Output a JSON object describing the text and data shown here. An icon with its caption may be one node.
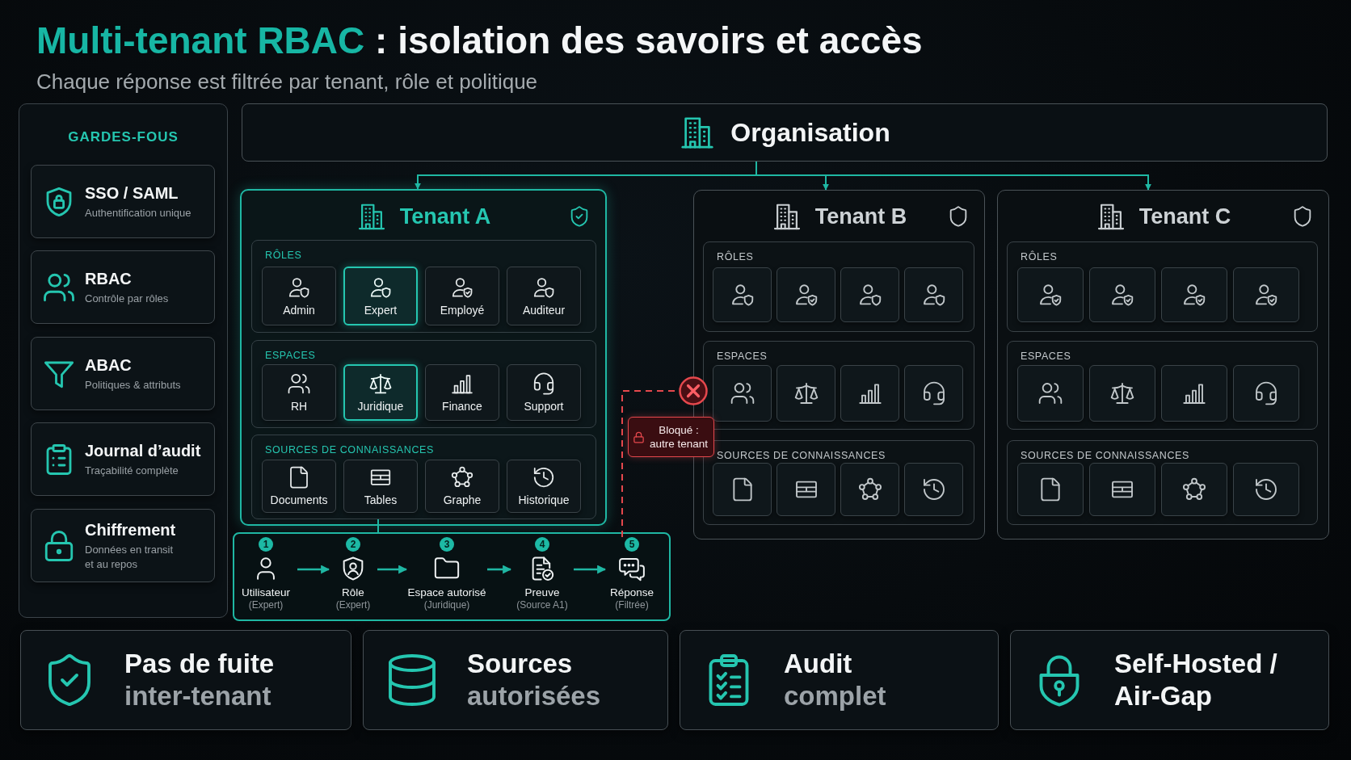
{
  "diagram": {
    "title": "**Multi-tenant RBAC** : isolation des savoirs et accès",
    "nodes": [
      {
        "text": [
          "GARDES-FOUS"
        ]
      },
      {
        "text": [
          "SSO / SAML",
          "Authentification unique"
        ],
        "in": 0
      },
      {
        "text": [
          "RBAC",
          "Contrôle par rôles"
        ],
        "in": 0
      },
      {
        "text": [
          "ABAC",
          "Politiques & attributs"
        ],
        "in": 0
      },
      {
        "text": [
          "Journal d’audit",
          "Traçabilité complète"
        ],
        "in": 0
      },
      {
        "text": [
          "Chiffrement",
          "Données en transit et au repos"
        ],
        "in": 0
      },
      {
        "text": [
          "Organisation"
        ]
      },
      {
        "text": [
          "Tenant A"
        ]
      },
      {
        "text": [
          "RÔLES"
        ],
        "in": 7
      },
      {
        "text": [
          "Admin"
        ],
        "in": 8
      },
      {
        "text": [
          "Expert"
        ],
        "in": 8
      },
      {
        "text": [
          "Employé"
        ],
        "in": 8
      },
      {
        "text": [
          "Auditeur"
        ],
        "in": 8
      },
      {
        "text": [
          "ESPACES"
        ],
        "in": 7
      },
      {
        "text": [
          "RH"
        ],
        "in": 13
      },
      {
        "text": [
          "Juridique"
        ],
        "in": 13
      },
      {
        "text": [
          "Finance"
        ],
        "in": 13
      },
      {
        "text": [
          "Support"
        ],
        "in": 13
      },
      {
        "text": [
          "SOURCES DE CONNAISSANCES"
        ],
        "in": 7
      },
      {
        "text": [
          "Documents"
        ],
        "in": 18
      },
      {
        "text": [
          "Tables"
        ],
        "in": 18
      },
      {
        "text": [
          "Graphe"
        ],
        "in": 18
      },
      {
        "text": [
          "Historique"
        ],
        "in": 18
      },
      {
        "text": [
          "Tenant B"
        ]
      },
      {
        "text": [
          "RÔLES"
        ],
        "in": 23
      },
      {
        "text": [],
        "shape": "box",
        "in": 24
      },
      {
        "text": [],
        "shape": "box",
        "in": 24
      },
      {
        "text": [],
        "shape": "box",
        "in": 24
      },
      {
        "text": [],
        "shape": "box",
        "in": 24
      },
      {
        "text": [
          "ESPACES"
        ],
        "in": 23
      },
      {
        "text": [],
        "shape": "box",
        "in": 29
      },
      {
        "text": [],
        "shape": "box",
        "in": 29
      },
      {
        "text": [],
        "shape": "box",
        "in": 29
      },
      {
        "text": [],
        "shape": "box",
        "in": 29
      },
      {
        "text": [
          "SOURCES DE CONNAISSANCES"
        ],
        "in": 23
      },
      {
        "text": [],
        "shape": "box",
        "in": 34
      },
      {
        "text": [],
        "shape": "box",
        "in": 34
      },
      {
        "text": [],
        "shape": "box",
        "in": 34
      },
      {
        "text": [],
        "shape": "box",
        "in": 34
      },
      {
        "text": [
          "Tenant C"
        ]
      },
      {
        "text": [
          "RÔLES"
        ],
        "in": 39
      },
      {
        "text": [],
        "shape": "box",
        "in": 40
      },
      {
        "text": [],
        "shape": "box",
        "in": 40
      },
      {
        "text": [],
        "shape": "box",
        "in": 40
      },
      {
        "text": [],
        "shape": "box",
        "in": 40
      },
      {
        "text": [
          "ESPACES"
        ],
        "in": 39
      },
      {
        "text": [],
        "shape": "box",
        "in": 45
      },
      {
        "text": [],
        "shape": "box",
        "in": 45
      },
      {
        "text": [],
        "shape": "box",
        "in": 45
      },
      {
        "text": [],
        "shape": "box",
        "in": 45
      },
      {
        "text": [
          "SOURCES DE CONNAISSANCES"
        ],
        "in": 39
      },
      {
        "text": [],
        "shape": "box",
        "in": 50
      },
      {
        "text": [],
        "shape": "box",
        "in": 50
      },
      {
        "text": [],
        "shape": "box",
        "in": 50
      },
      {
        "text": [],
        "shape": "box",
        "in": 50
      },
      {
        "text": [],
        "shape": "box"
      },
      {
        "text": [
          "1",
          "Utilisateur",
          "(Expert)"
        ],
        "in": 55
      },
      {
        "text": [
          "2",
          "Rôle",
          "(Expert)"
        ],
        "in": 55
      },
      {
        "text": [
          "3",
          "Espace autorisé",
          "(Juridique)"
        ],
        "in": 55
      },
      {
        "text": [
          "4",
          "Preuve",
          "(Source A1)"
        ],
        "in": 55
      },
      {
        "text": [
          "5",
          "Réponse",
          "(Filtrée)"
        ],
        "in": 55
      },
      {
        "text": [
          "Pas de fuite",
          "inter-tenant"
        ]
      },
      {
        "text": [
          "Sources",
          "autorisées"
        ]
      },
      {
        "text": [
          "Audit",
          "complet"
        ]
      },
      {
        "text": [
          "Self-Hosted / Air-Gap"
        ]
      }
    ],
    "edges": [
      {
        "from": 6,
        "to": 7,
        "arrow": "to"
      },
      {
        "from": 6,
        "to": 23,
        "arrow": "to"
      },
      {
        "from": 6,
        "to": 39,
        "arrow": "to"
      },
      {
        "from": 18,
        "to": 55,
        "arrow": "none"
      },
      {
        "from": 56,
        "to": 57,
        "arrow": "to"
      },
      {
        "from": 57,
        "to": 58,
        "arrow": "to"
      },
      {
        "from": 58,
        "to": 59,
        "arrow": "to"
      },
      {
        "from": 59,
        "to": 60,
        "arrow": "to"
      },
      {
        "from": 60,
        "to": 23,
        "arrow": "other",
        "style": "dashed",
        "color": "#e5484d",
        "label": "Bloqué : autre tenant"
      }
    ],
    "labels": [
      "Chaque réponse est filtrée par tenant, rôle et politique"
    ]
  }
}
